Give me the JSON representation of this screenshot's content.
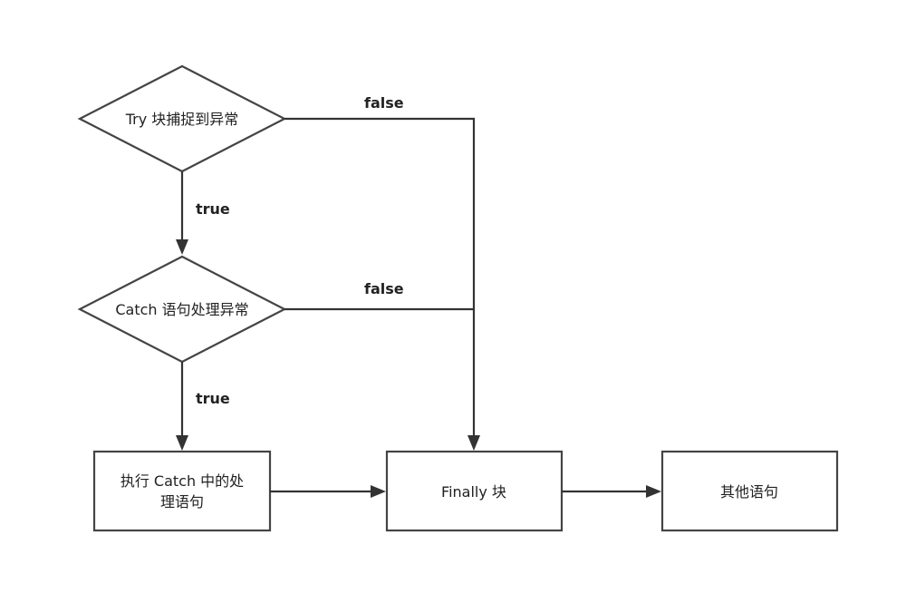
{
  "nodes": {
    "try_decision": "Try 块捕捉到异常",
    "catch_decision": "Catch 语句处理异常",
    "execute_catch_line1": "执行 Catch 中的处",
    "execute_catch_line2": "理语句",
    "finally_block": "Finally 块",
    "other_statements": "其他语句"
  },
  "edges": {
    "try_true": "true",
    "try_false": "false",
    "catch_true": "true",
    "catch_false": "false"
  }
}
